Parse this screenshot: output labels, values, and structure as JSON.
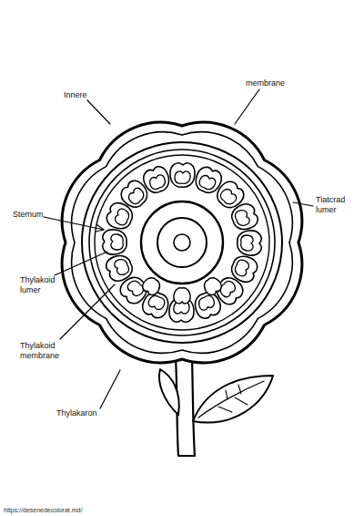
{
  "diagram": {
    "labels": [
      "Innere",
      "membrane",
      "Tiatcrad lumer",
      "Stemum",
      "Thylakoid lumer",
      "Thylakoid membrane",
      "Thylakaron",
      "https://desenedecolorat.md/"
    ]
  }
}
